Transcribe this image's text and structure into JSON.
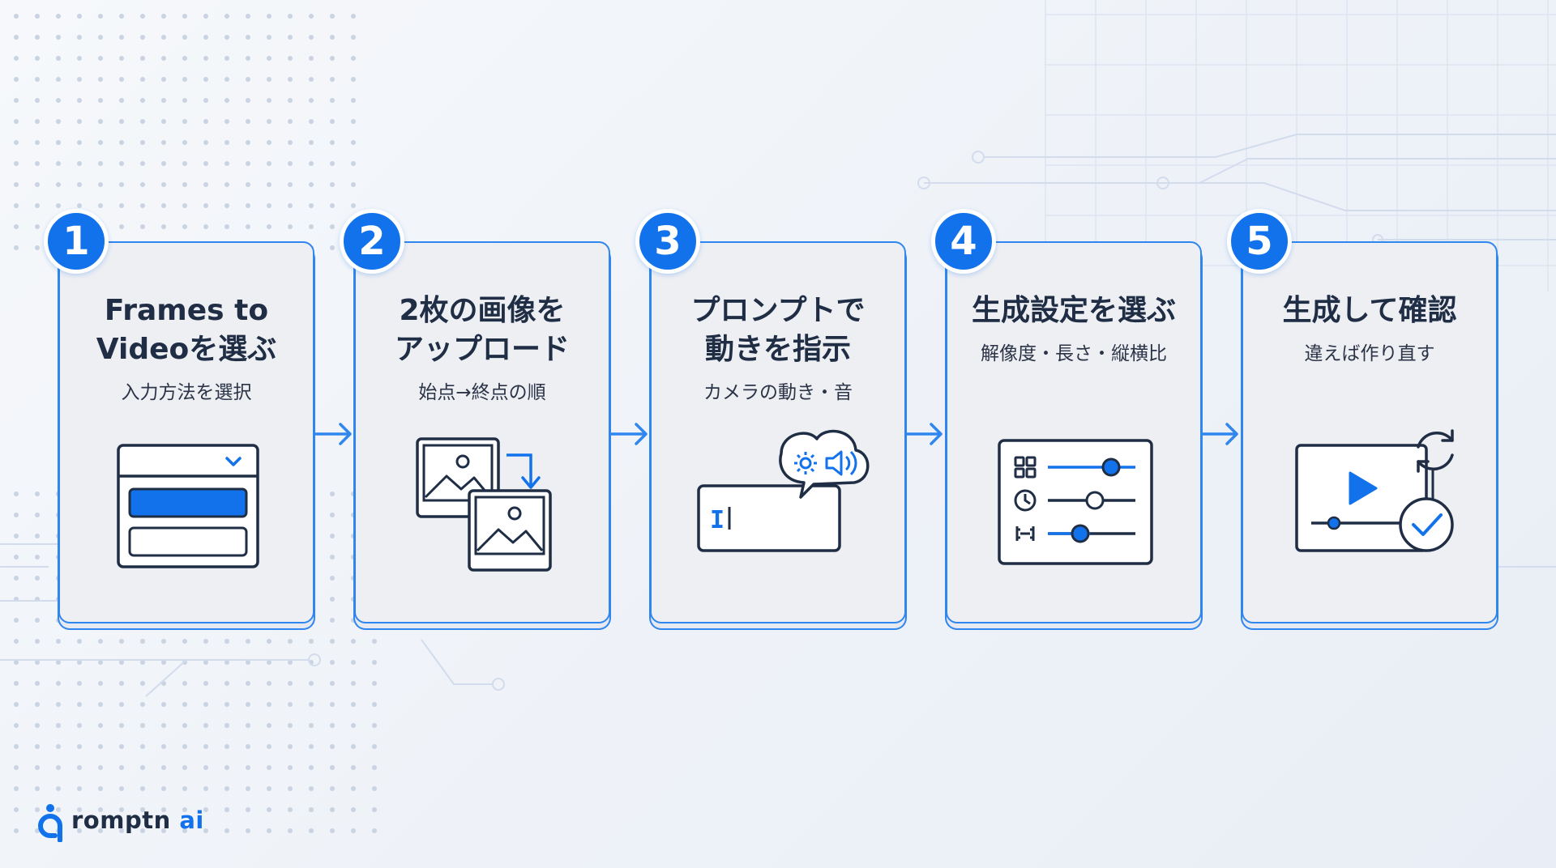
{
  "colors": {
    "accent": "#1272ec",
    "border": "#2f86ee",
    "text": "#1f2d45",
    "card": "#eeeff3"
  },
  "steps": [
    {
      "number": "1",
      "title": "Frames to\nVideoを選ぶ",
      "subtitle": "入力方法を選択",
      "icon": "dropdown-menu-icon"
    },
    {
      "number": "2",
      "title": "2枚の画像を\nアップロード",
      "subtitle": "始点→終点の順",
      "icon": "image-upload-icon"
    },
    {
      "number": "3",
      "title": "プロンプトで\n動きを指示",
      "subtitle": "カメラの動き・音",
      "icon": "prompt-input-icon"
    },
    {
      "number": "4",
      "title": "生成設定を選ぶ",
      "subtitle": "解像度・長さ・縦横比",
      "icon": "settings-sliders-icon"
    },
    {
      "number": "5",
      "title": "生成して確認",
      "subtitle": "違えば作り直す",
      "icon": "video-check-icon"
    }
  ],
  "logo": {
    "text_main": "romptn",
    "text_accent": "ai",
    "icon": "logo-mark-icon"
  }
}
